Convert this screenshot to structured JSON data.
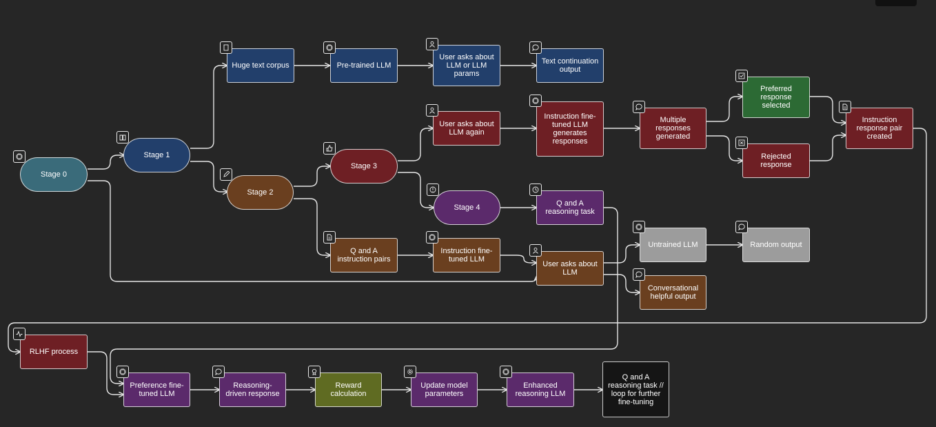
{
  "nodes": {
    "stage0": {
      "label": "Stage 0",
      "icon": "chip-icon"
    },
    "stage1": {
      "label": "Stage 1",
      "icon": "book-icon"
    },
    "stage2": {
      "label": "Stage 2",
      "icon": "pencil-icon"
    },
    "stage3": {
      "label": "Stage 3",
      "icon": "thumbs-up-icon"
    },
    "stage4": {
      "label": "Stage 4",
      "icon": "alert-icon"
    },
    "huge_text_corpus": {
      "label": "Huge text corpus",
      "icon": "document-icon"
    },
    "pretrained_llm": {
      "label": "Pre-trained LLM",
      "icon": "chip-icon"
    },
    "user_asks_llm_params": {
      "label": "User asks about LLM or LLM params",
      "icon": "user-icon"
    },
    "text_continuation": {
      "label": "Text continuation output",
      "icon": "speech-bubble-icon"
    },
    "user_asks_again": {
      "label": "User asks about LLM again",
      "icon": "user-icon"
    },
    "instr_ft_generates": {
      "label": "Instruction fine-tuned LLM generates responses",
      "icon": "chip-icon"
    },
    "multiple_responses": {
      "label": "Multiple responses generated",
      "icon": "speech-bubble-icon"
    },
    "preferred_response": {
      "label": "Preferred response selected",
      "icon": "checkbox-icon"
    },
    "rejected_response": {
      "label": "Rejected response",
      "icon": "x-box-icon"
    },
    "instr_pair_created": {
      "label": "Instruction response pair created",
      "icon": "file-icon"
    },
    "qa_reasoning_task": {
      "label": "Q and A reasoning task",
      "icon": "clock-icon"
    },
    "qa_instruction_pairs": {
      "label": "Q and A instruction pairs",
      "icon": "file-icon"
    },
    "instr_ft_llm": {
      "label": "Instruction fine-tuned LLM",
      "icon": "chip-icon"
    },
    "user_asks_llm": {
      "label": "User asks about LLM",
      "icon": "user-icon"
    },
    "untrained_llm": {
      "label": "Untrained LLM",
      "icon": "chip-icon"
    },
    "random_output": {
      "label": "Random output",
      "icon": "speech-bubble-icon"
    },
    "conversational_output": {
      "label": "Conversational helpful output",
      "icon": "speech-bubble-icon"
    },
    "rlhf_process": {
      "label": "RLHF process",
      "icon": "pulse-icon"
    },
    "preference_ft_llm": {
      "label": "Preference fine-tuned LLM",
      "icon": "chip-icon"
    },
    "reasoning_driven": {
      "label": "Reasoning-driven response",
      "icon": "speech-bubble-icon"
    },
    "reward_calc": {
      "label": "Reward calculation",
      "icon": "award-icon"
    },
    "update_params": {
      "label": "Update model parameters",
      "icon": "gear-icon"
    },
    "enhanced_llm": {
      "label": "Enhanced reasoning LLM",
      "icon": "chip-icon"
    },
    "qa_loop": {
      "label": "Q and A reasoning task // loop for further fine-tuning",
      "icon": ""
    }
  }
}
